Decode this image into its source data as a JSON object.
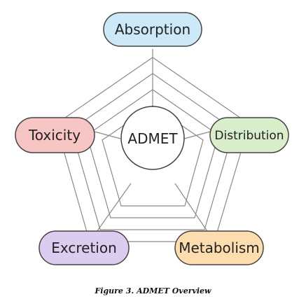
{
  "center_label": "ADMET",
  "nodes": [
    {
      "key": "absorption",
      "label": "Absorption",
      "fill": "#cde9f7"
    },
    {
      "key": "distribution",
      "label": "Distribution",
      "fill": "#d9efcc"
    },
    {
      "key": "metabolism",
      "label": "Metabolism",
      "fill": "#fddcad"
    },
    {
      "key": "excretion",
      "label": "Excretion",
      "fill": "#dccdf0"
    },
    {
      "key": "toxicity",
      "label": "Toxicity",
      "fill": "#f8c5c5"
    }
  ],
  "caption": "Figure 3. ADMET Overview"
}
